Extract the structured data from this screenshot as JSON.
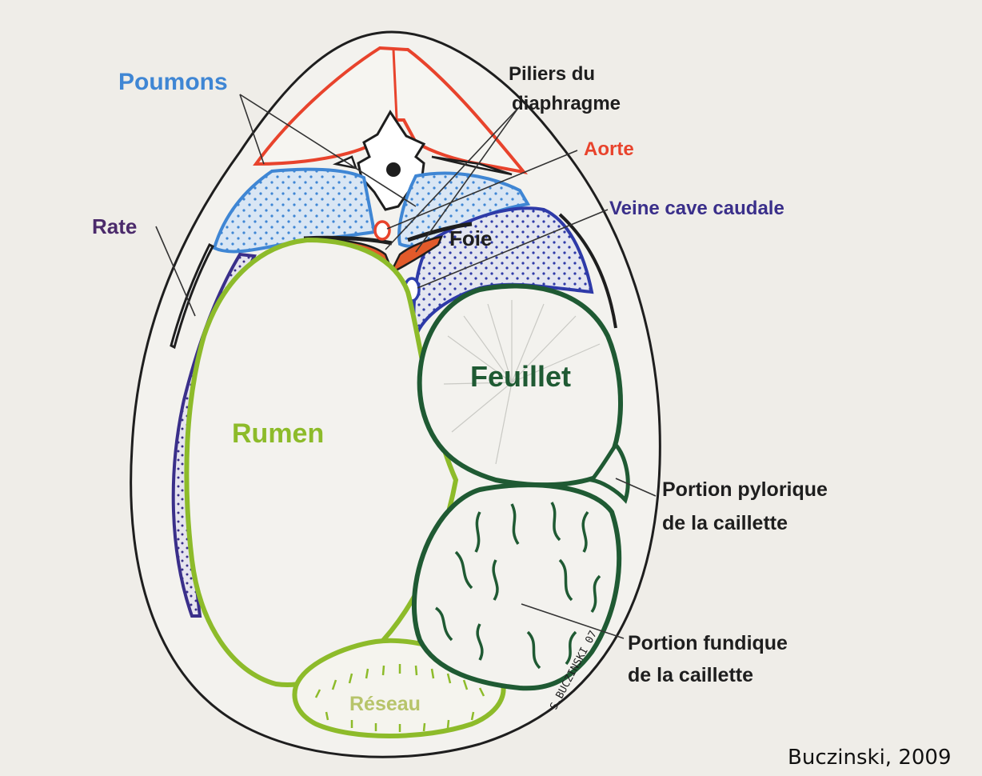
{
  "labels": {
    "poumons": "Poumons",
    "piliers_line1": "Piliers du",
    "piliers_line2": "diaphragme",
    "aorte": "Aorte",
    "veine_cave": "Veine cave caudale",
    "rate": "Rate",
    "foie": "Foie",
    "feuillet": "Feuillet",
    "rumen": "Rumen",
    "pylorique_line1": "Portion pylorique",
    "pylorique_line2": "de la caillette",
    "fundique_line1": "Portion fundique",
    "fundique_line2": "de la caillette",
    "reseau": "Réseau"
  },
  "signature": "S.BUCZINSKI 07",
  "credit": "Buczinski, 2009",
  "colors": {
    "lungs": "#3f86d4",
    "spine_muscle": "#e8432c",
    "aorta": "#e8432c",
    "vena_cava": "#2d3fae",
    "spleen": "#4b2a6b",
    "liver_blue": "#2e3aa8",
    "diaphragm": "#e25a2a",
    "rumen": "#8dbb2a",
    "reticulum": "#8dbb2a",
    "omasum": "#1f5a33",
    "abomasum": "#1f5a33",
    "outline": "#1e1e1e"
  }
}
